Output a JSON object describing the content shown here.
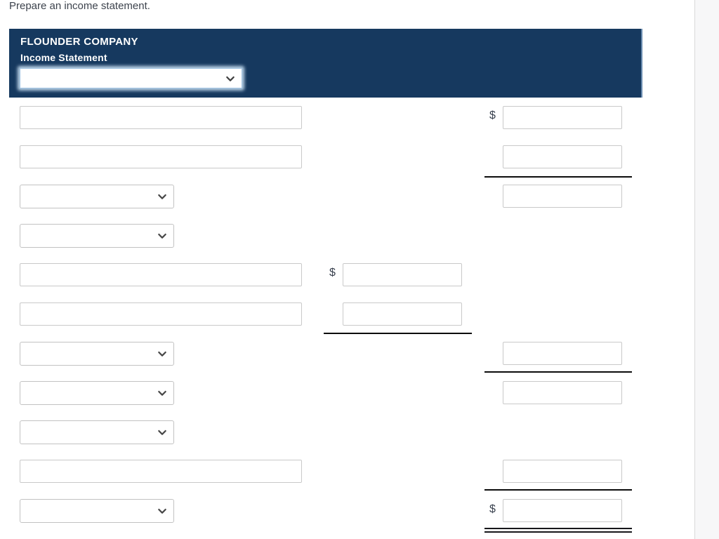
{
  "page": {
    "prompt": "Prepare an income statement."
  },
  "header": {
    "company": "FLOUNDER COMPANY",
    "statement_title": "Income Statement",
    "period_select": {
      "value": ""
    },
    "background_color": "#16395f",
    "text_color": "#ffffff"
  },
  "form": {
    "currency_symbol": "$",
    "rule_color": "#0c0c0c",
    "rows": [
      {
        "id": "row-1",
        "left": {
          "control": "text-input",
          "value": ""
        },
        "right": {
          "dollar": true,
          "control": "amount-input",
          "value": ""
        }
      },
      {
        "id": "row-2",
        "left": {
          "control": "text-input",
          "value": ""
        },
        "right": {
          "control": "amount-input",
          "value": ""
        },
        "after": "single-rule-right"
      },
      {
        "id": "row-3",
        "left": {
          "control": "select",
          "value": ""
        },
        "right": {
          "control": "amount-input",
          "value": ""
        }
      },
      {
        "id": "row-4",
        "left": {
          "control": "select",
          "value": ""
        }
      },
      {
        "id": "row-5",
        "left": {
          "control": "text-input",
          "value": ""
        },
        "middle": {
          "dollar": true,
          "control": "amount-input",
          "value": ""
        }
      },
      {
        "id": "row-6",
        "left": {
          "control": "text-input",
          "value": ""
        },
        "middle": {
          "control": "amount-input",
          "value": ""
        },
        "after": "single-rule-middle"
      },
      {
        "id": "row-7",
        "left": {
          "control": "select",
          "value": ""
        },
        "right": {
          "control": "amount-input",
          "value": ""
        },
        "after": "single-rule-right"
      },
      {
        "id": "row-8",
        "left": {
          "control": "select",
          "value": ""
        },
        "right": {
          "control": "amount-input",
          "value": ""
        }
      },
      {
        "id": "row-9",
        "left": {
          "control": "select",
          "value": ""
        }
      },
      {
        "id": "row-10",
        "left": {
          "control": "text-input",
          "value": ""
        },
        "right": {
          "control": "amount-input",
          "value": ""
        },
        "after": "single-rule-right"
      },
      {
        "id": "row-11",
        "left": {
          "control": "select",
          "value": ""
        },
        "right": {
          "dollar": true,
          "control": "amount-input",
          "value": ""
        },
        "after": "double-rule-right"
      }
    ]
  }
}
